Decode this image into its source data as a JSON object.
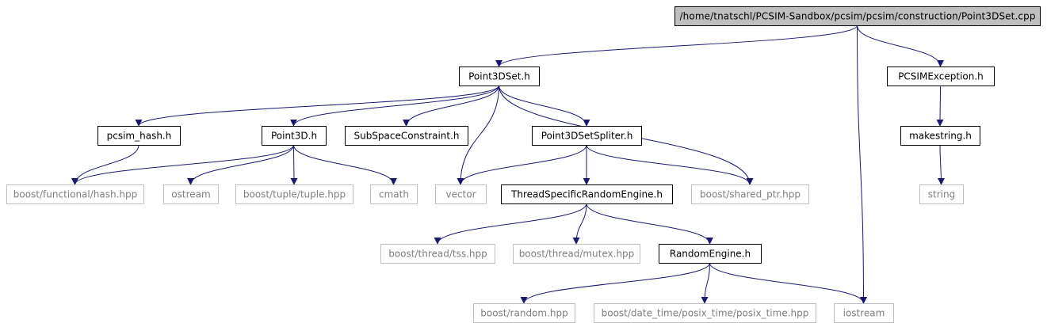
{
  "colors": {
    "node_border": "#000000",
    "root_fill": "#bfbfbf",
    "external_border": "#bfbfbf",
    "external_text": "#7f7f7f",
    "edge": "#191970",
    "text": "#000000"
  },
  "nodes": [
    {
      "id": "root",
      "label": "/home/tnatschl/PCSIM-Sandbox/pcsim/pcsim/construction/Point3DSet.cpp",
      "kind": "root"
    },
    {
      "id": "point3dset_h",
      "label": "Point3DSet.h",
      "kind": "internal"
    },
    {
      "id": "pcsimexception_h",
      "label": "PCSIMException.h",
      "kind": "internal"
    },
    {
      "id": "pcsim_hash_h",
      "label": "pcsim_hash.h",
      "kind": "internal"
    },
    {
      "id": "point3d_h",
      "label": "Point3D.h",
      "kind": "internal"
    },
    {
      "id": "subspaceconstraint_h",
      "label": "SubSpaceConstraint.h",
      "kind": "internal"
    },
    {
      "id": "point3dsetspliter_h",
      "label": "Point3DSetSpliter.h",
      "kind": "internal"
    },
    {
      "id": "makestring_h",
      "label": "makestring.h",
      "kind": "internal"
    },
    {
      "id": "threadspecific_h",
      "label": "ThreadSpecificRandomEngine.h",
      "kind": "internal"
    },
    {
      "id": "randomengine_h",
      "label": "RandomEngine.h",
      "kind": "internal"
    },
    {
      "id": "boost_hash",
      "label": "boost/functional/hash.hpp",
      "kind": "external"
    },
    {
      "id": "ostream",
      "label": "ostream",
      "kind": "external"
    },
    {
      "id": "boost_tuple",
      "label": "boost/tuple/tuple.hpp",
      "kind": "external"
    },
    {
      "id": "cmath",
      "label": "cmath",
      "kind": "external"
    },
    {
      "id": "vector",
      "label": "vector",
      "kind": "external"
    },
    {
      "id": "boost_shared_ptr",
      "label": "boost/shared_ptr.hpp",
      "kind": "external"
    },
    {
      "id": "string",
      "label": "string",
      "kind": "external"
    },
    {
      "id": "boost_tss",
      "label": "boost/thread/tss.hpp",
      "kind": "external"
    },
    {
      "id": "boost_mutex",
      "label": "boost/thread/mutex.hpp",
      "kind": "external"
    },
    {
      "id": "boost_random",
      "label": "boost/random.hpp",
      "kind": "external"
    },
    {
      "id": "boost_posix",
      "label": "boost/date_time/posix_time/posix_time.hpp",
      "kind": "external"
    },
    {
      "id": "iostream",
      "label": "iostream",
      "kind": "external"
    }
  ],
  "edges": [
    [
      "root",
      "point3dset_h"
    ],
    [
      "root",
      "iostream"
    ],
    [
      "root",
      "pcsimexception_h"
    ],
    [
      "point3dset_h",
      "pcsim_hash_h"
    ],
    [
      "point3dset_h",
      "point3d_h"
    ],
    [
      "point3dset_h",
      "subspaceconstraint_h"
    ],
    [
      "point3dset_h",
      "vector"
    ],
    [
      "point3dset_h",
      "point3dsetspliter_h"
    ],
    [
      "point3dset_h",
      "boost_shared_ptr"
    ],
    [
      "pcsim_hash_h",
      "boost_hash"
    ],
    [
      "point3d_h",
      "boost_hash"
    ],
    [
      "point3d_h",
      "ostream"
    ],
    [
      "point3d_h",
      "boost_tuple"
    ],
    [
      "point3d_h",
      "cmath"
    ],
    [
      "point3dsetspliter_h",
      "vector"
    ],
    [
      "point3dsetspliter_h",
      "threadspecific_h"
    ],
    [
      "point3dsetspliter_h",
      "boost_shared_ptr"
    ],
    [
      "threadspecific_h",
      "boost_tss"
    ],
    [
      "threadspecific_h",
      "boost_mutex"
    ],
    [
      "threadspecific_h",
      "randomengine_h"
    ],
    [
      "randomengine_h",
      "boost_random"
    ],
    [
      "randomengine_h",
      "boost_posix"
    ],
    [
      "randomengine_h",
      "iostream"
    ],
    [
      "pcsimexception_h",
      "makestring_h"
    ],
    [
      "makestring_h",
      "string"
    ]
  ]
}
